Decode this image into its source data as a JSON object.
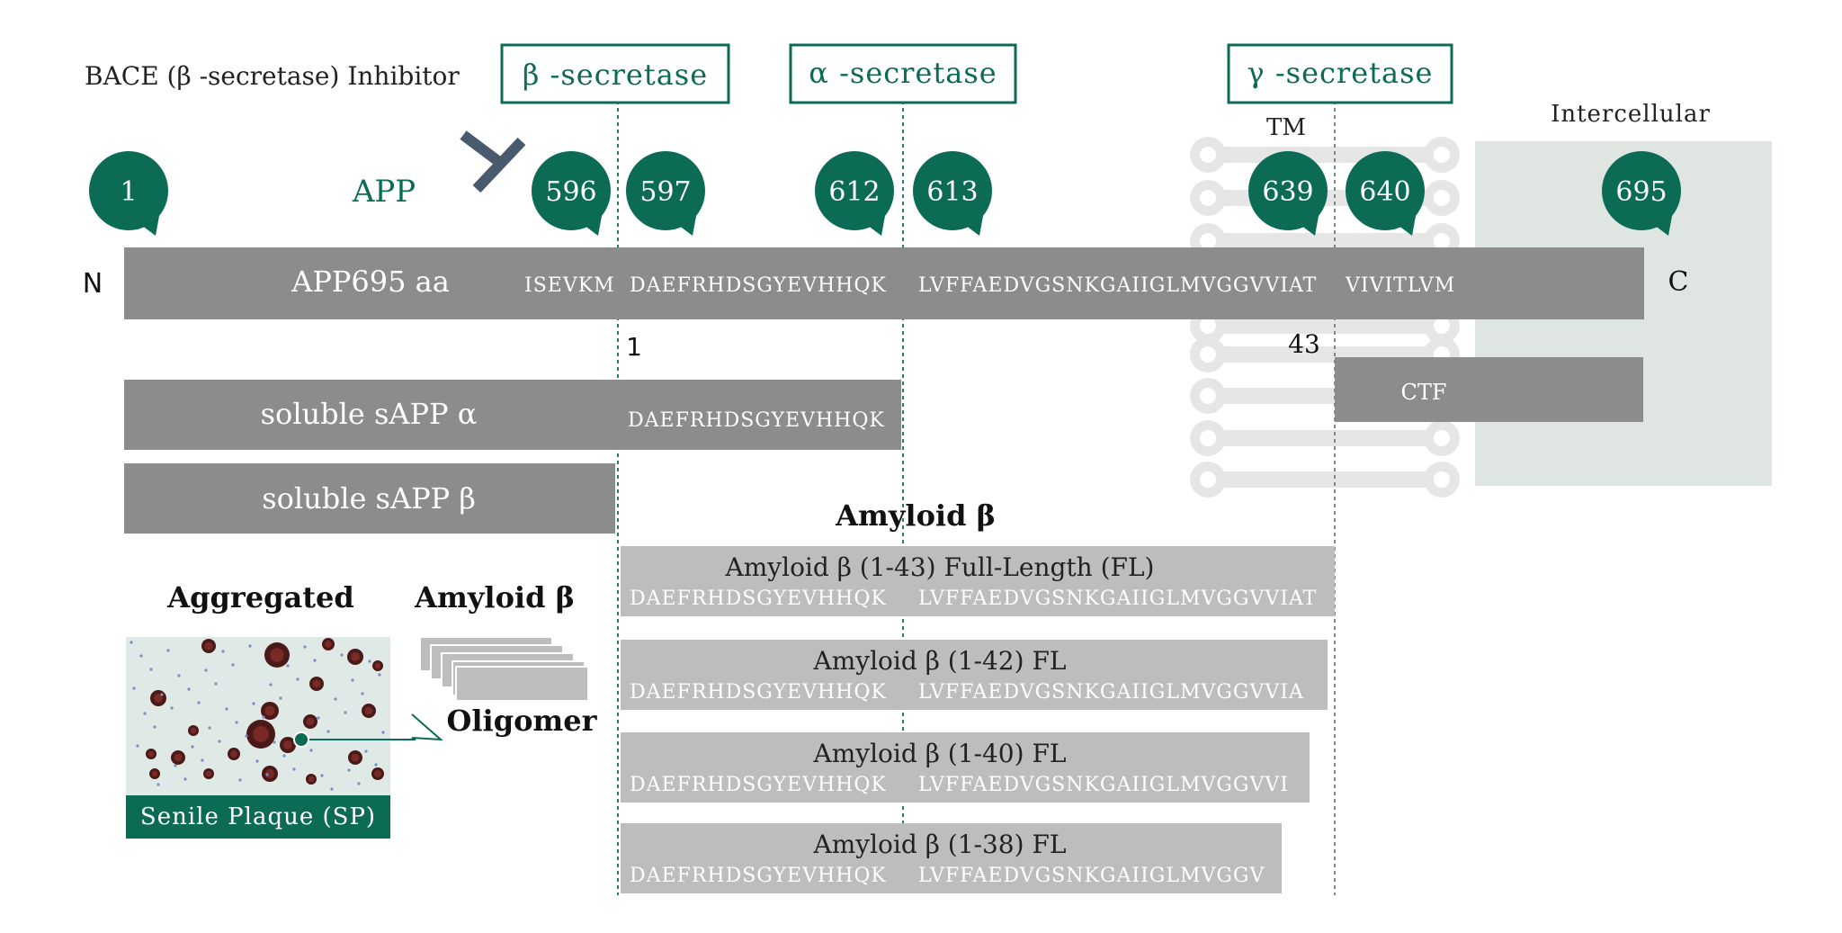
{
  "colors": {
    "green": "#0b6b55",
    "bar_dark": "#8c8c8c",
    "bar_light": "#bdbdbd",
    "membrane": "#e6e6e6",
    "intercellular_bg": "#dfe5e1",
    "inhibitor": "#4a5a6e"
  },
  "header": {
    "inhibitor_label": "BACE (β -secretase) Inhibitor",
    "beta_secretase": "β -secretase",
    "alpha_secretase": "α -secretase",
    "gamma_secretase": "γ -secretase",
    "tm_label": "TM",
    "intercellular_label": "Intercellular"
  },
  "app": {
    "label": "APP",
    "n_terminal": "N",
    "c_terminal": "C",
    "bar_label": "APP695 aa",
    "seq_1": "ISEVKM",
    "seq_2": "DAEFRHDSGYEVHHQK",
    "seq_3": "LVFFAEDVGSNKGAIIGLMVGGVVIAT",
    "seq_4": "VIVITLVM",
    "marker_1": "1",
    "marker_43": "43"
  },
  "positions": [
    "1",
    "596",
    "597",
    "612",
    "613",
    "639",
    "640",
    "695"
  ],
  "fragments": {
    "sapp_alpha": "soluble sAPP α",
    "sapp_alpha_seq": "DAEFRHDSGYEVHHQK",
    "sapp_beta": "soluble sAPP β",
    "ctf": "CTF"
  },
  "amyloid": {
    "heading": "Amyloid β",
    "peptides": [
      {
        "title": "Amyloid β (1-43) Full-Length (FL)",
        "seq_a": "DAEFRHDSGYEVHHQK",
        "seq_b": "LVFFAEDVGSNKGAIIGLMVGGVVIAT"
      },
      {
        "title": "Amyloid β (1-42) FL",
        "seq_a": "DAEFRHDSGYEVHHQK",
        "seq_b": "LVFFAEDVGSNKGAIIGLMVGGVVIA"
      },
      {
        "title": "Amyloid β (1-40) FL",
        "seq_a": "DAEFRHDSGYEVHHQK",
        "seq_b": "LVFFAEDVGSNKGAIIGLMVGGVVI"
      },
      {
        "title": "Amyloid β (1-38) FL",
        "seq_a": "DAEFRHDSGYEVHHQK",
        "seq_b": "LVFFAEDVGSNKGAIIGLMVGGV"
      }
    ]
  },
  "aggregation": {
    "aggregated_label": "Aggregated",
    "amyloid_label": "Amyloid β",
    "oligomer_label": "Oligomer",
    "plaque_label": "Senile Plaque (SP)"
  }
}
